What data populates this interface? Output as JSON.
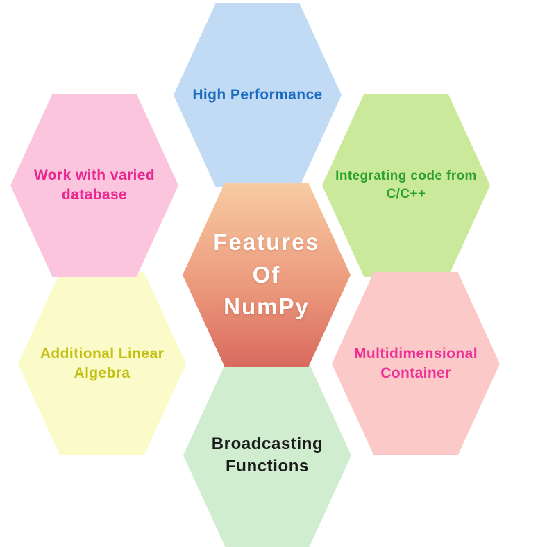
{
  "diagram": {
    "center": {
      "label": "Features\nOf\nNumPy",
      "text_color": "#ffffff",
      "bg_gradient_top": "#f7cba2",
      "bg_gradient_mid": "#ec9b7d",
      "bg_gradient_bottom": "#d96a5e"
    },
    "hexagons": [
      {
        "id": "high-performance",
        "position": "top",
        "label": "High Performance",
        "bg": "#c2dbf5",
        "text_color": "#1d6bc0"
      },
      {
        "id": "integrating-code-from-c",
        "position": "top-right",
        "label": "Integrating code from\nC/C++",
        "bg": "#cbe99a",
        "text_color": "#2da12d"
      },
      {
        "id": "multidimensional-container",
        "position": "bottom-right",
        "label": "Multidimensional\nContainer",
        "bg": "#fbcac8",
        "text_color": "#ef2f96"
      },
      {
        "id": "broadcasting-functions",
        "position": "bottom",
        "label": "Broadcasting\nFunctions",
        "bg": "#d0edd0",
        "text_color": "#1b1b1b"
      },
      {
        "id": "additional-linear-algebra",
        "position": "bottom-left",
        "label": "Additional Linear\nAlgebra",
        "bg": "#fafbc8",
        "text_color": "#c4c013"
      },
      {
        "id": "work-with-varied-database",
        "position": "top-left",
        "label": "Work with varied\ndatabase",
        "bg": "#fac5dd",
        "text_color": "#e8268e"
      }
    ]
  }
}
